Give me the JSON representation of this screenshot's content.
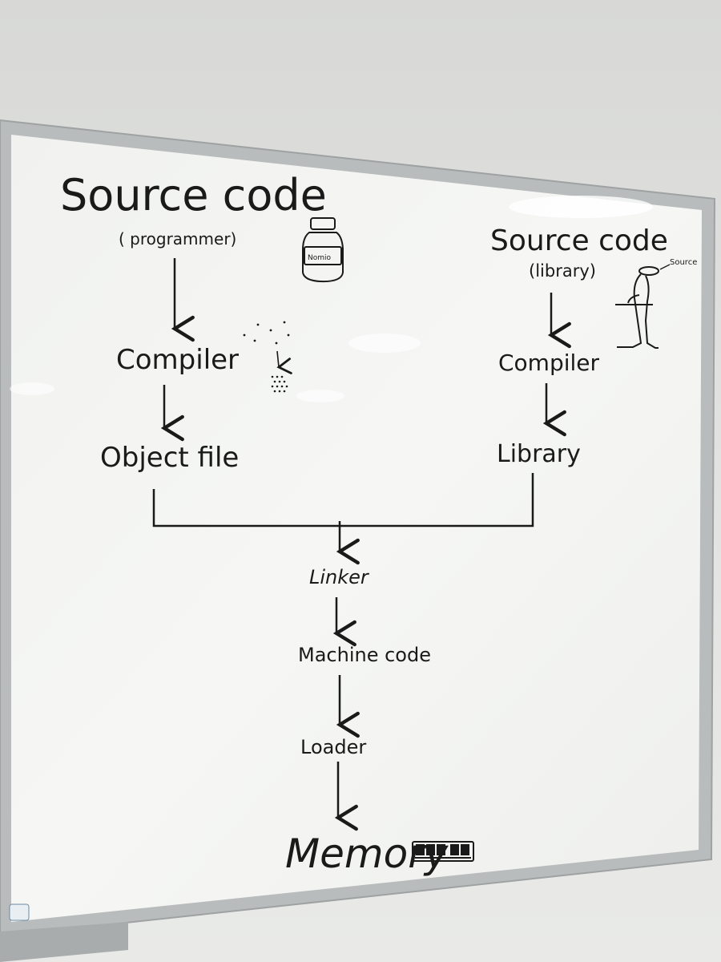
{
  "diagram": {
    "left_branch": {
      "source": "Source code",
      "source_sub": "( programmer)",
      "compiler": "Compiler",
      "output": "Object file"
    },
    "right_branch": {
      "source": "Source code",
      "source_sub": "(library)",
      "compiler": "Compiler",
      "output": "Library"
    },
    "linker": "Linker",
    "machine_code": "Machine code",
    "loader": "Loader",
    "memory": "Memory",
    "jar_label": "Nomio",
    "figure_label": "Source"
  },
  "colors": {
    "ink": "#1a1a1a",
    "board": "#f3f4f2",
    "frame": "#b9bcbd",
    "wall": "#dcdcda"
  },
  "icons": [
    "jar-icon",
    "person-icon",
    "memory-stick-icon",
    "dots-icon"
  ]
}
